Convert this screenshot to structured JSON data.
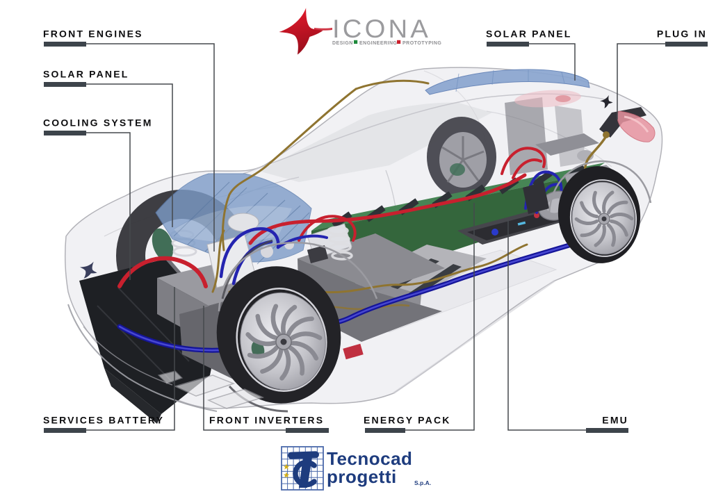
{
  "header": {
    "icona": {
      "name": "ICONA",
      "tagline": [
        "DESIGN",
        "ENGINEERING",
        "PROTOTYPING"
      ]
    }
  },
  "footer": {
    "tecnocad": {
      "line1": "Tecnocad",
      "line2": "progetti",
      "suffix": "S.p.A."
    }
  },
  "callouts": {
    "front_engines": "FRONT ENGINES",
    "solar_panel_left": "SOLAR PANEL",
    "cooling_system": "COOLING SYSTEM",
    "services_battery": "SERVICES BATTERY",
    "front_inverters": "FRONT INVERTERS",
    "energy_pack": "ENERGY PACK",
    "emu": "EMU",
    "solar_panel_right": "SOLAR PANEL",
    "plug_in": "PLUG IN"
  },
  "colors": {
    "label_bar": "#3d444b",
    "leader_line": "#45484d",
    "icona_red": "#d41324",
    "icona_gray": "#9b9b9e",
    "tagline_green": "#1f8a3c",
    "tagline_red": "#cc1f2c",
    "tecnocad_navy": "#1e3c7e",
    "tecnocad_yellow": "#d2ae1c",
    "solar_blue": "#7d9cc8",
    "energy_green": "#3f7c4c",
    "cable_red": "#c8202e",
    "cable_blue": "#1818a8",
    "cable_gold": "#8f7430"
  }
}
